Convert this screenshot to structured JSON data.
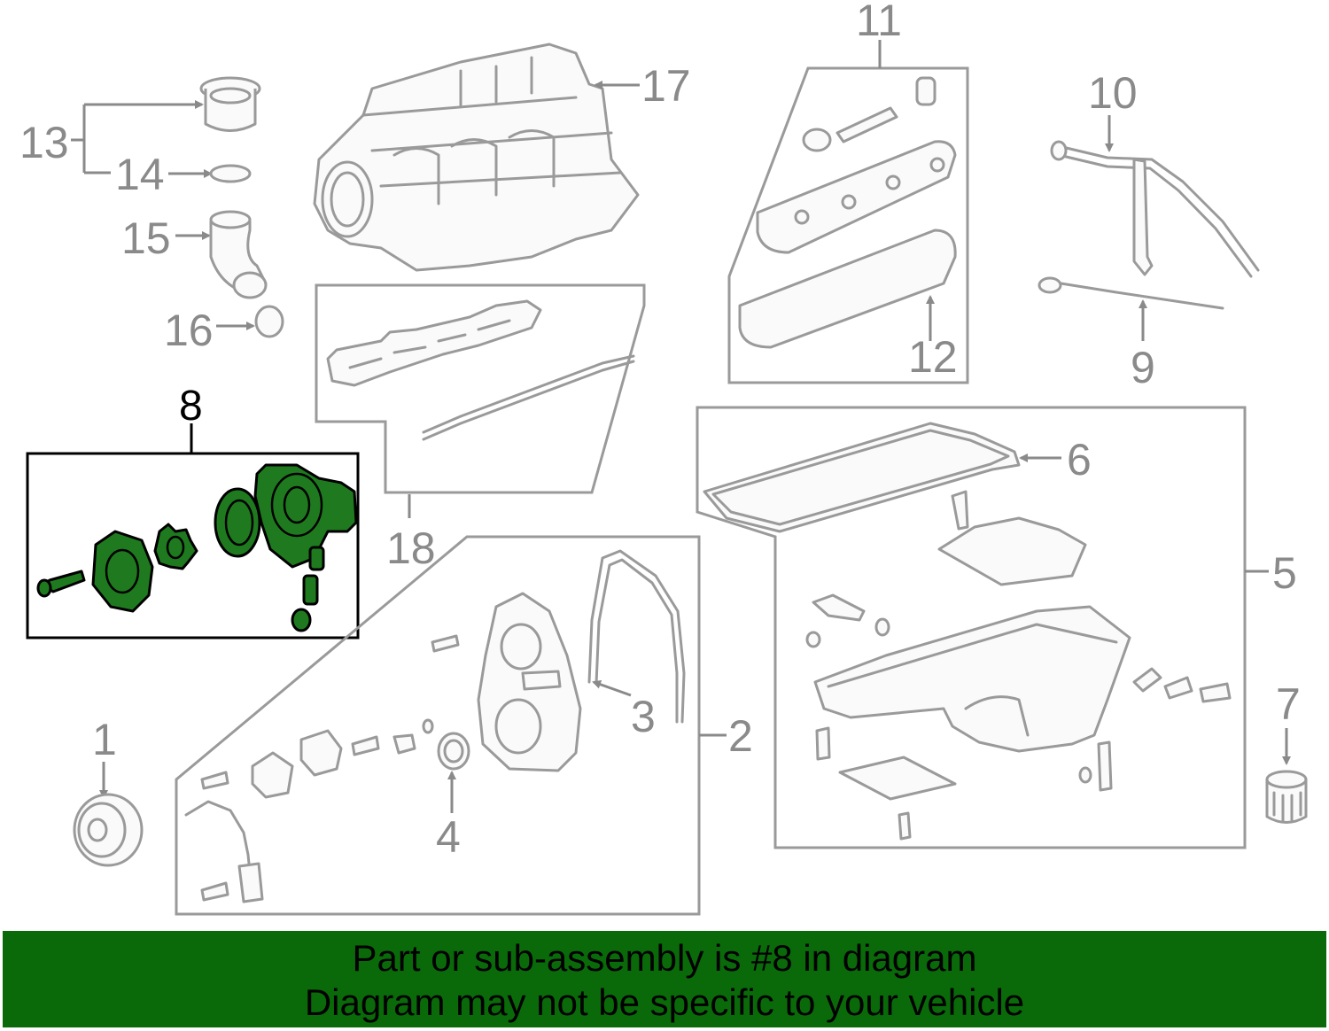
{
  "callouts": {
    "c1": "1",
    "c2": "2",
    "c3": "3",
    "c4": "4",
    "c5": "5",
    "c6": "6",
    "c7": "7",
    "c8": "8",
    "c9": "9",
    "c10": "10",
    "c11": "11",
    "c12": "12",
    "c13": "13",
    "c14": "14",
    "c15": "15",
    "c16": "16",
    "c17": "17",
    "c18": "18"
  },
  "highlight": {
    "part_number": "8",
    "color": "#1f7a1f"
  },
  "banner": {
    "line1": "Part or sub-assembly is #8 in diagram",
    "line2": "Diagram may not be specific to your vehicle",
    "background": "#0a6a0a"
  }
}
